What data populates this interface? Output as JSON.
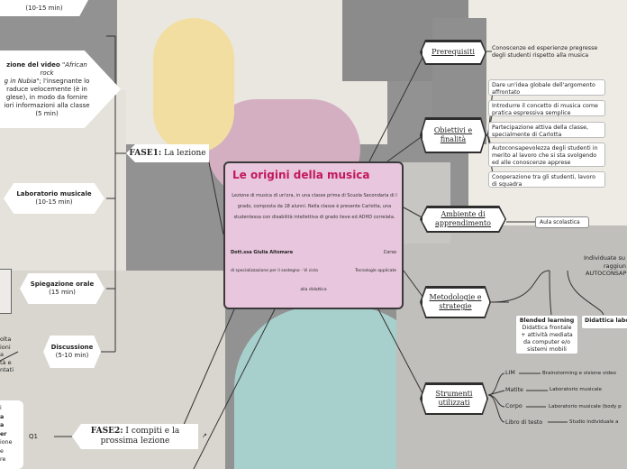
{
  "central": {
    "title": "Le origini della musica",
    "desc_1": "Lezione di musica di un'ora, in una classe prima di Scuola Secondaria di I",
    "desc_2": "grado, composta da 18 alunni. Nella classe è presente Carlotta, una",
    "desc_3": "studentessa con disabilità intellettiva di grado lieve ed ADHD correlata.",
    "author": "Dott.ssa Giulia Altomare",
    "corso": "Corso",
    "spec": "di specializzazione per il sostegno - Vi ciclo",
    "tec": "Tecnologie applicate",
    "dida": "alla didattica"
  },
  "right": {
    "prerequisiti": {
      "label": "Prerequisiti",
      "note": "Conoscenze ed esperienze pregresse degli studenti rispetto alla musica"
    },
    "obiettivi": {
      "label": "Obiettivi e finalità",
      "items": [
        "Dare un'idea globale dell'argomento affrontato",
        "Introdurre il concetto di musica come pratica espressiva semplice",
        "Partecipazione attiva della classe, specialmente di Carlotta",
        "Autoconsapevolezza degli studenti in merito al lavoro che si sta svolgendo ed alle conoscenze apprese",
        "Cooperazione tra gli studenti, lavoro di squadra"
      ]
    },
    "ambiente": {
      "label": "Ambiente di apprendimento",
      "note": "Aula scolastica"
    },
    "metodologie": {
      "label": "Metodologie e strategie",
      "top_1": "Individuate su",
      "top_2": "raggiun",
      "top_3": "AUTOCONSAP",
      "blended_title": "Blended learning",
      "blended_desc": "Didattica frontale + attività mediata da computer e/o sistemi mobili",
      "lab_title": "Didattica labo"
    },
    "strumenti": {
      "label": "Strumenti utilizzati",
      "items": [
        {
          "name": "LIM",
          "desc": "Brainstorming e visione video"
        },
        {
          "name": "Matite",
          "desc": "Laboratorio musicale"
        },
        {
          "name": "Corpo",
          "desc": "Laboratorio musicale (body p"
        },
        {
          "name": "Libro di testo",
          "desc": "Studio individuale a"
        }
      ]
    }
  },
  "left": {
    "fase1": {
      "bold": "FASE1:",
      "text": "La lezione"
    },
    "fase2": {
      "bold": "FASE2:",
      "text": "I compiti e la prossima lezione"
    },
    "top_time": "(10-15 min)",
    "video_1": "zione del video",
    "video_title": "\"African rock",
    "video_2": "g in Nubia\"",
    "video_3": "; l'insegnante lo",
    "video_4": "raduce velocemente (è in",
    "video_5": "glese), in modo da fornire",
    "video_6": "iori informazioni alla classe",
    "video_time": "(5 min)",
    "lab_title": "Laboratorio musicale",
    "lab_time": "(10-15 min)",
    "spieg_title": "Spiegazione orale",
    "spieg_time": "(15 min)",
    "disc_title": "Discussione",
    "disc_time": "(5-10 min)",
    "disc_side": [
      "olta",
      "ioni",
      "a",
      "tà e",
      "ntati"
    ],
    "q1": "Q1",
    "fase2_side": [
      "i",
      "a",
      "a",
      "er",
      "ione",
      "e",
      "re"
    ]
  }
}
